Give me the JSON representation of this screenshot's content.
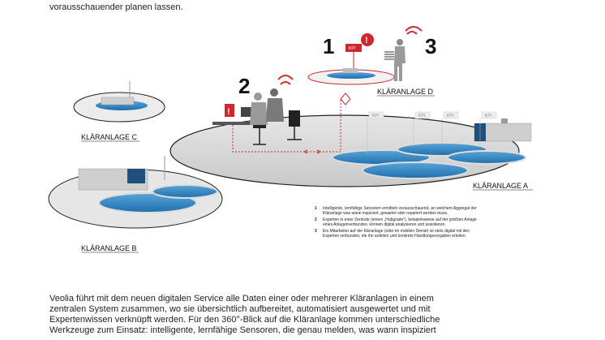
{
  "intro_text": "vorausschauender planen lassen.",
  "diagram": {
    "numbers": [
      "1",
      "2",
      "3"
    ],
    "plants": {
      "a": "KLÄRANLAGE A",
      "b": "KLÄRANLAGE B",
      "c": "KLÄRANLAGE C",
      "d": "KLÄRANLAGE D"
    },
    "kpi_label": "KPI",
    "legend": [
      {
        "num": "1",
        "lines": [
          "Intelligente, lernfähige Sensoren ermitteln vorausschauend, an welchem Aggregat der",
          "Kläranlage was wann inspiziert, gewartet oder repariert werden muss."
        ]
      },
      {
        "num": "2",
        "lines": [
          "Experten in einer Zentrale (einem „Hubgrade“), beispielsweise auf der größten Anlage",
          "eines Anlagenverbundes, können digital analysieren und assistieren."
        ]
      },
      {
        "num": "3",
        "lines": [
          "Ein Mitarbeiter auf der Kläranlage (oder im mobilen Dienst) ist stets digital mit den",
          "Experten verbunden, die ihn anleiten und konkrete Handlungsvorgaben erteilen."
        ]
      }
    ],
    "colors": {
      "accent_red": "#d0262c",
      "water_blue": "#2a7fc1",
      "ground_grey": "#d9d9d9"
    }
  },
  "body_lines": [
    "Veolia führt mit dem neuen digitalen Service alle Daten einer oder mehrerer Kläranlagen in einem",
    "zentralen System zusammen, wo sie übersichtlich aufbereitet, automatisiert ausgewertet und mit",
    "Expertenwissen verknüpft werden. Für den 360°-Blick auf die Kläranlage kommen unterschiedliche",
    "Werkzeuge zum Einsatz: intelligente, lernfähige Sensoren, die genau melden, was wann inspiziert"
  ]
}
